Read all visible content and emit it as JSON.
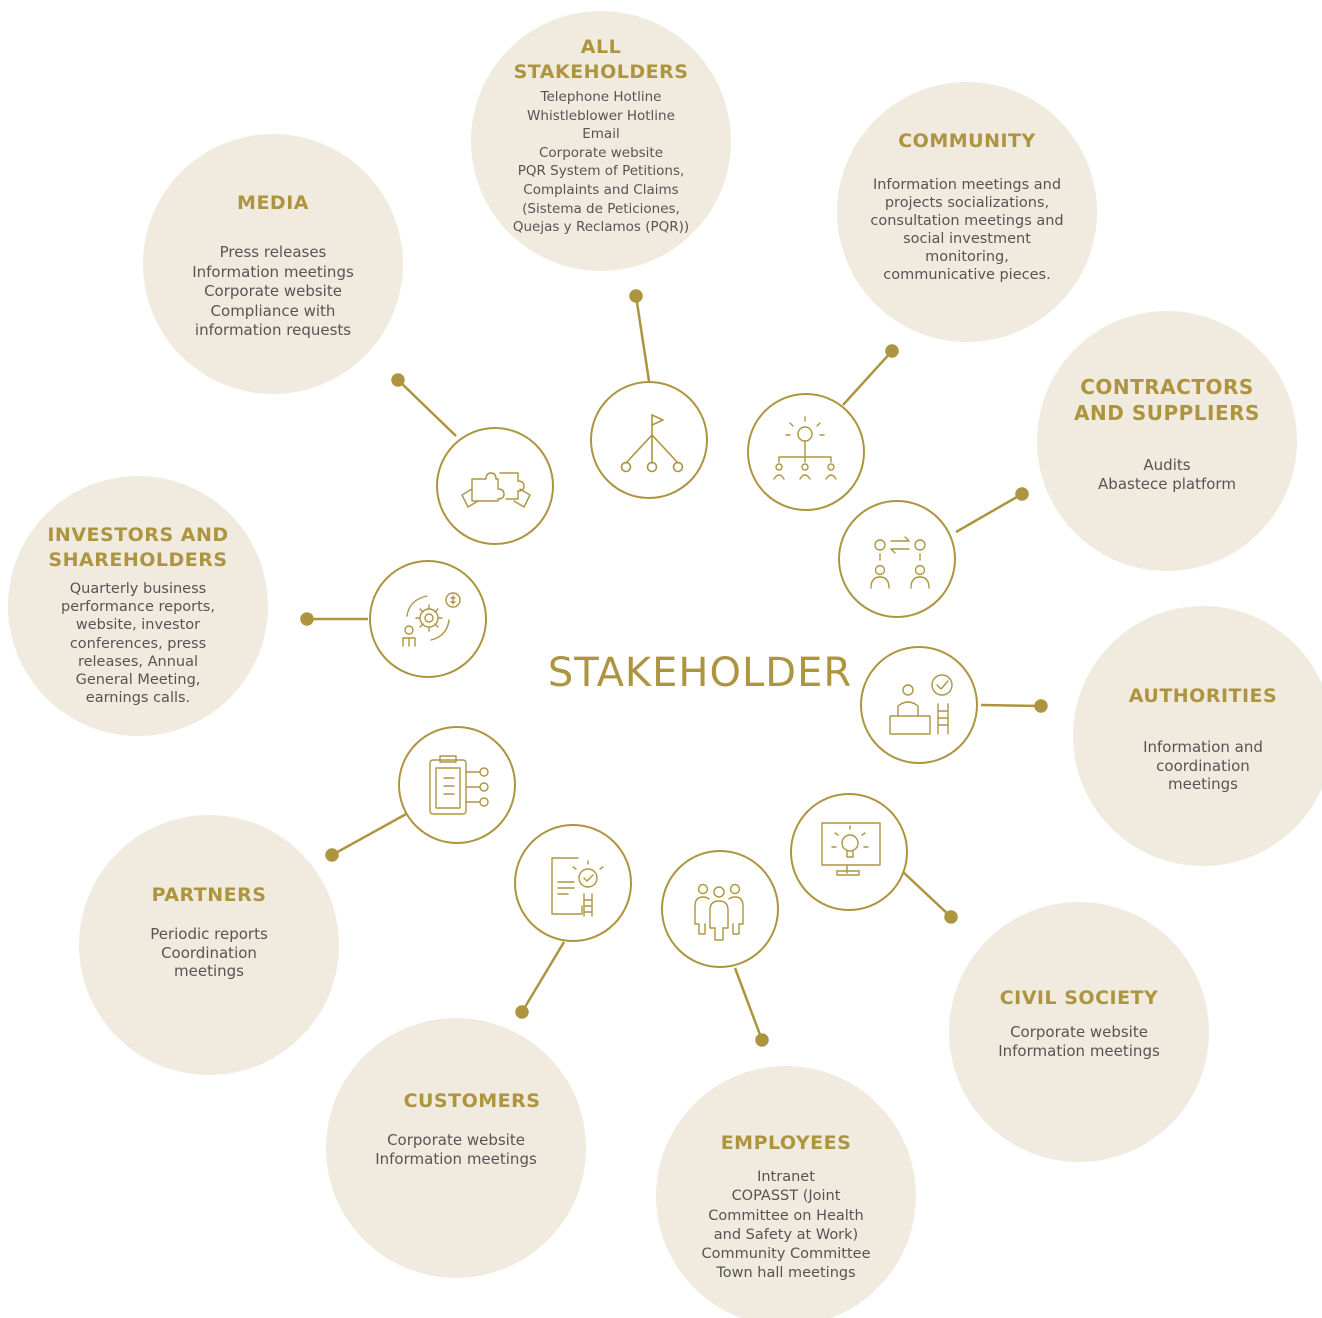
{
  "center": {
    "label": "STAKEHOLDER"
  },
  "colors": {
    "accent": "#ad9540",
    "bubble": "#f1ebdf",
    "text": "#555555"
  },
  "stakeholders": [
    {
      "id": "all",
      "title": "ALL\nSTAKEHOLDERS",
      "description": "Telephone Hotline\nWhistleblower Hotline\nEmail\nCorporate website\nPQR System of Petitions,\nComplaints and Claims\n(Sistema de Peticiones,\nQuejas y Reclamos (PQR))",
      "icon": "hierarchy-flag-icon"
    },
    {
      "id": "community",
      "title": "COMMUNITY",
      "description": "Information meetings and\nprojects socializations,\nconsultation meetings and\nsocial investment\nmonitoring,\ncommunicative pieces.",
      "icon": "idea-network-icon"
    },
    {
      "id": "contractors",
      "title": "CONTRACTORS\nAND SUPPLIERS",
      "description": "Audits\nAbastece platform",
      "icon": "exchange-people-icon"
    },
    {
      "id": "authorities",
      "title": "AUTHORITIES",
      "description": "Information and\ncoordination\nmeetings",
      "icon": "desk-approval-icon"
    },
    {
      "id": "civil",
      "title": "CIVIL SOCIETY",
      "description": "Corporate website\nInformation meetings",
      "icon": "monitor-idea-icon"
    },
    {
      "id": "employees",
      "title": "EMPLOYEES",
      "description": "Intranet\nCOPASST (Joint\nCommittee on Health\nand Safety at Work)\nCommunity Committee\nTown hall meetings",
      "icon": "team-group-icon"
    },
    {
      "id": "customers",
      "title": "CUSTOMERS",
      "description": "Corporate website\nInformation meetings",
      "icon": "document-approval-icon"
    },
    {
      "id": "partners",
      "title": "PARTNERS",
      "description": "Periodic reports\nCoordination\nmeetings",
      "icon": "clipboard-report-icon"
    },
    {
      "id": "investors",
      "title": "INVESTORS AND\nSHAREHOLDERS",
      "description": "Quarterly business\nperformance reports,\nwebsite, investor\nconferences, press\nreleases, Annual\nGeneral Meeting,\nearnings calls.",
      "icon": "investment-cycle-icon"
    },
    {
      "id": "media",
      "title": "MEDIA",
      "description": "Press releases\nInformation meetings\nCorporate website\nCompliance with\ninformation requests",
      "icon": "puzzle-hands-icon"
    }
  ]
}
